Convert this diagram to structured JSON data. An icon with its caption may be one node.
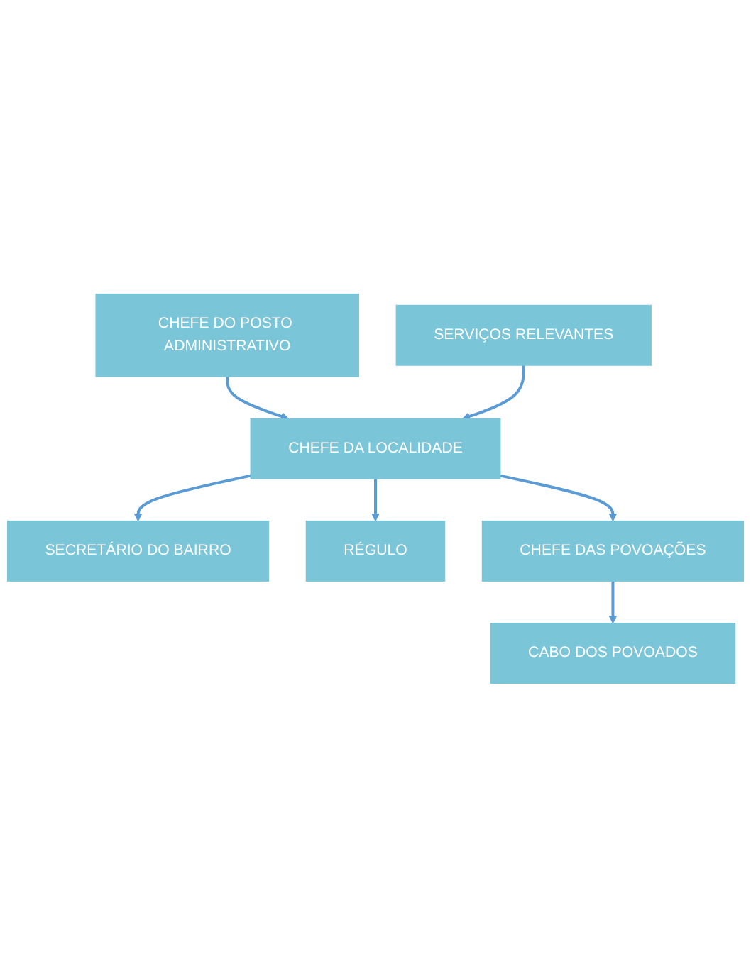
{
  "diagram": {
    "nodes": [
      {
        "text": [
          "CHEFE DO POSTO ADMINISTRATIVO"
        ]
      },
      {
        "text": [
          "SERVIÇOS RELEVANTES"
        ]
      },
      {
        "text": [
          "CHEFE DA LOCALIDADE"
        ]
      },
      {
        "text": [
          "SECRETÁRIO DO BAIRRO"
        ]
      },
      {
        "text": [
          "RÉGULO"
        ]
      },
      {
        "text": [
          "CHEFE DAS POVOAÇÕES"
        ]
      },
      {
        "text": [
          "CABO DOS POVOADOS"
        ]
      }
    ],
    "edges": [
      {
        "from": 0,
        "to": 2,
        "arrow": "to"
      },
      {
        "from": 1,
        "to": 2,
        "arrow": "to"
      },
      {
        "from": 2,
        "to": 3,
        "arrow": "to"
      },
      {
        "from": 2,
        "to": 4,
        "arrow": "to"
      },
      {
        "from": 2,
        "to": 5,
        "arrow": "to"
      },
      {
        "from": 5,
        "to": 6,
        "arrow": "to"
      }
    ]
  }
}
